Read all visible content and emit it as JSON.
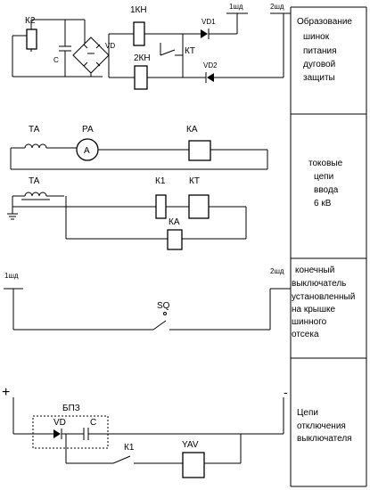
{
  "labels": {
    "k2": "К2",
    "c1": "С",
    "vd": "VD",
    "kn1": "1КН",
    "kn2": "2КН",
    "kt1": "КТ",
    "vd1": "VD1",
    "vd2": "VD2",
    "shd1_top": "1шд",
    "shd2_top": "2шд",
    "ta1": "ТА",
    "pa": "РА",
    "ammeter": "А",
    "ka1": "КА",
    "ta2": "ТА",
    "k1a": "К1",
    "kt2": "КТ",
    "ka2": "КА",
    "shd1_mid": "1шд",
    "shd2_mid": "2шд",
    "sq": "SQ",
    "plus": "+",
    "minus": "-",
    "bpz": "БПЗ",
    "vd3": "VD",
    "c2": "С",
    "k1b": "К1",
    "yav": "YAV"
  },
  "descriptions": {
    "d1": [
      "Образование",
      "шинок",
      "питания",
      "дуговой",
      "защиты"
    ],
    "d2": [
      "токовые",
      "цепи",
      "ввода",
      "6 кВ"
    ],
    "d3": [
      "конечный",
      "выключатель",
      "установленный",
      "на крышке",
      "шинного",
      "отсека"
    ],
    "d4": [
      "Цепи",
      "отключения",
      "выключателя"
    ]
  }
}
